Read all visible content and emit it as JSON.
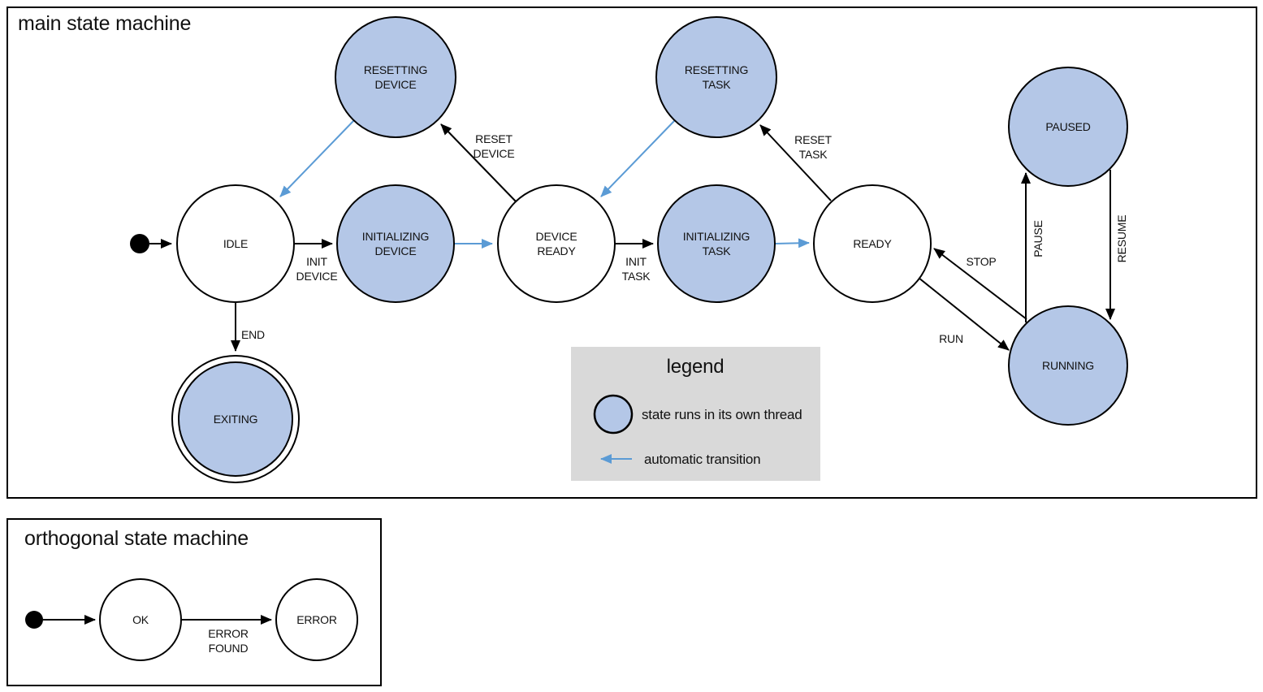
{
  "colors": {
    "state_thread_fill": "#b4c7e7",
    "auto_transition_blue": "#5b9bd5",
    "legend_background": "#d9d9d9",
    "edge_black": "#000000"
  },
  "main": {
    "title": "main state machine",
    "states": {
      "idle": {
        "line1": "IDLE"
      },
      "initializing_device": {
        "line1": "INITIALIZING",
        "line2": "DEVICE"
      },
      "device_ready": {
        "line1": "DEVICE",
        "line2": "READY"
      },
      "initializing_task": {
        "line1": "INITIALIZING",
        "line2": "TASK"
      },
      "ready": {
        "line1": "READY"
      },
      "resetting_device": {
        "line1": "RESETTING",
        "line2": "DEVICE"
      },
      "resetting_task": {
        "line1": "RESETTING",
        "line2": "TASK"
      },
      "paused": {
        "line1": "PAUSED"
      },
      "running": {
        "line1": "RUNNING"
      },
      "exiting": {
        "line1": "EXITING"
      }
    },
    "transitions": {
      "init_device": {
        "line1": "INIT",
        "line2": "DEVICE"
      },
      "reset_device": {
        "line1": "RESET",
        "line2": "DEVICE"
      },
      "init_task": {
        "line1": "INIT",
        "line2": "TASK"
      },
      "reset_task": {
        "line1": "RESET",
        "line2": "TASK"
      },
      "run": {
        "line1": "RUN"
      },
      "stop": {
        "line1": "STOP"
      },
      "pause": {
        "line1": "PAUSE"
      },
      "resume": {
        "line1": "RESUME"
      },
      "end": {
        "line1": "END"
      }
    }
  },
  "legend": {
    "title": "legend",
    "thread_item": "state runs in its own thread",
    "auto_item": "automatic transition"
  },
  "orthogonal": {
    "title": "orthogonal state machine",
    "states": {
      "ok": {
        "line1": "OK"
      },
      "error": {
        "line1": "ERROR"
      }
    },
    "transitions": {
      "error_found": {
        "line1": "ERROR",
        "line2": "FOUND"
      }
    }
  }
}
